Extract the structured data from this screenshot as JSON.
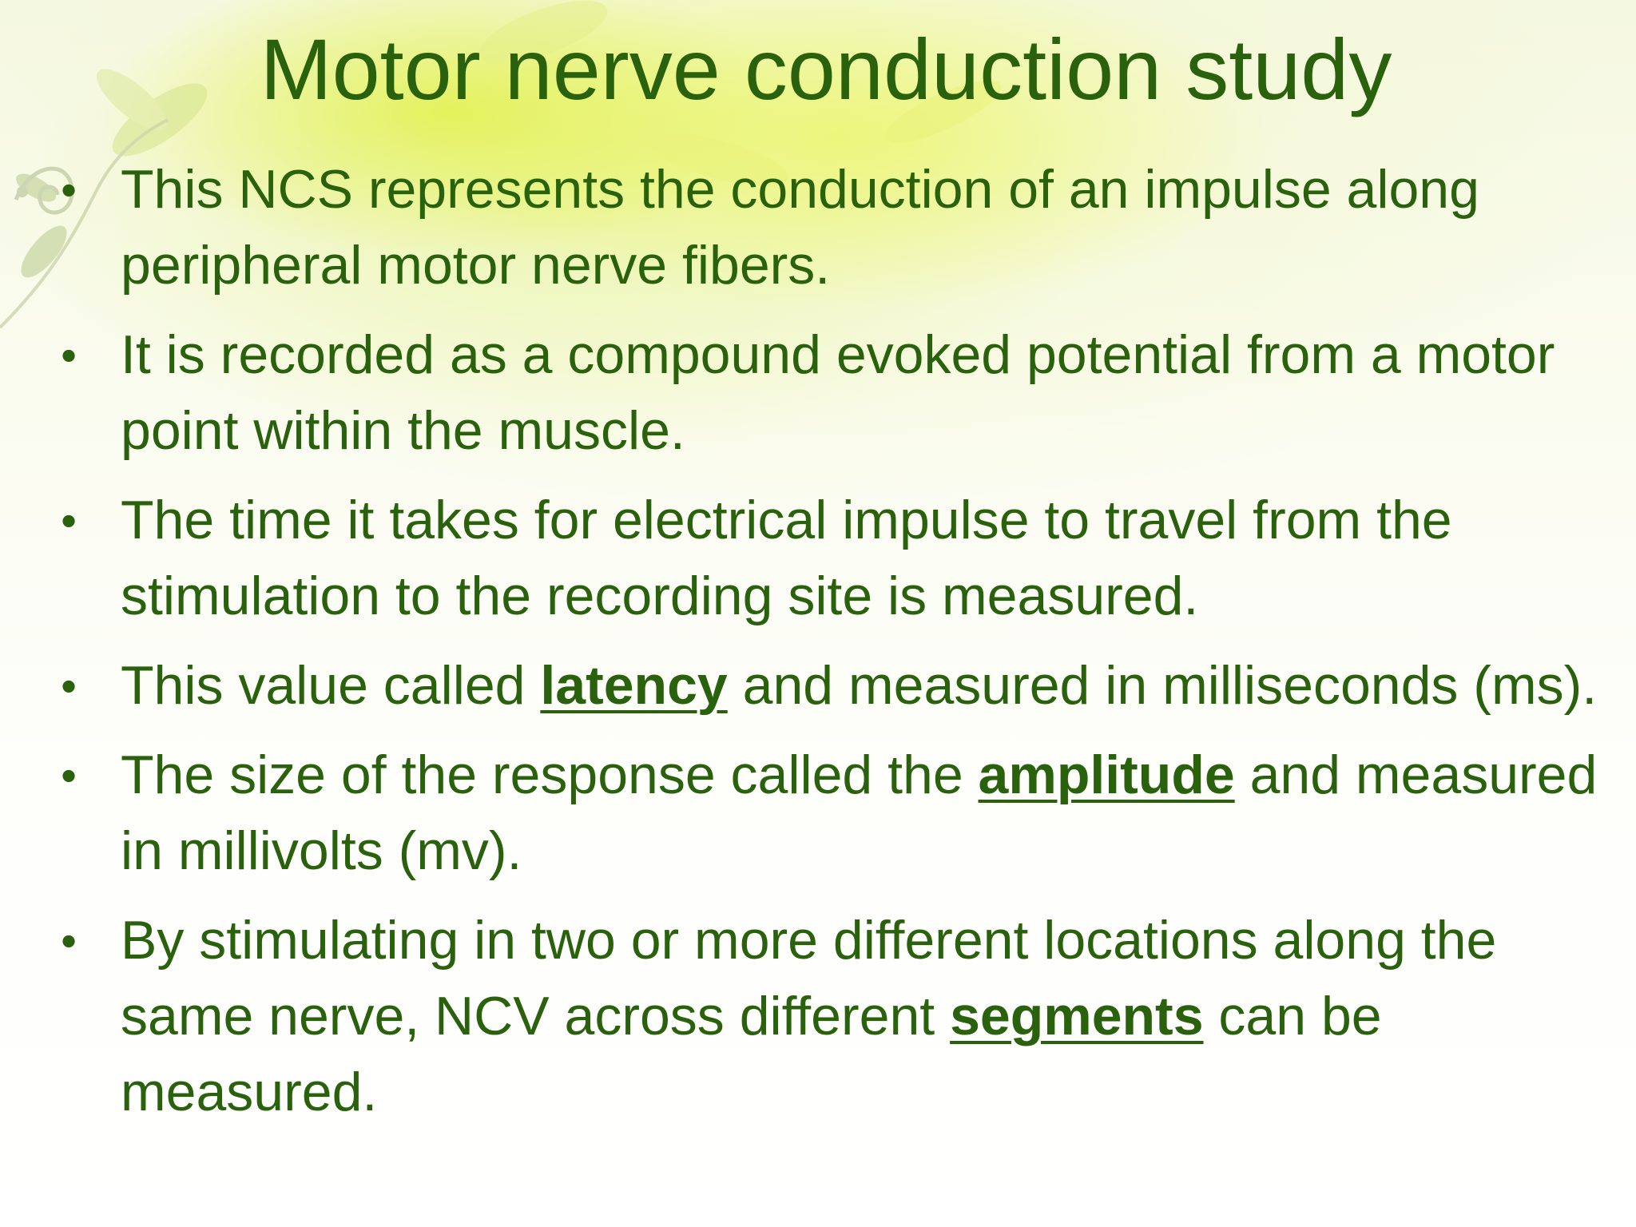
{
  "slide": {
    "title": "Motor nerve conduction study",
    "bullet_marker": "•",
    "bullets": [
      {
        "segments": [
          {
            "text": "This NCS represents the conduction of an impulse along peripheral motor nerve fibers.",
            "emphasis": false
          }
        ]
      },
      {
        "segments": [
          {
            "text": "It is recorded as a compound evoked potential from a motor point within the muscle.",
            "emphasis": false
          }
        ]
      },
      {
        "segments": [
          {
            "text": "The time it takes for electrical impulse to travel from the stimulation to the recording site is measured.",
            "emphasis": false
          }
        ]
      },
      {
        "segments": [
          {
            "text": "This value called ",
            "emphasis": false
          },
          {
            "text": "latency",
            "emphasis": true
          },
          {
            "text": " and measured in milliseconds (ms).",
            "emphasis": false
          }
        ]
      },
      {
        "segments": [
          {
            "text": "The size of the response called the ",
            "emphasis": false
          },
          {
            "text": "amplitude",
            "emphasis": true
          },
          {
            "text": " and measured in millivolts (mv).",
            "emphasis": false
          }
        ]
      },
      {
        "segments": [
          {
            "text": " By stimulating in two or more different locations along the same nerve, NCV across different ",
            "emphasis": false
          },
          {
            "text": "segments",
            "emphasis": true
          },
          {
            "text": " can be measured.",
            "emphasis": false
          }
        ]
      }
    ]
  },
  "colors": {
    "text": "#2a610c",
    "background": "#fdfdf6",
    "highlight": "#e6f24a",
    "leaf": "#c9da6a"
  }
}
